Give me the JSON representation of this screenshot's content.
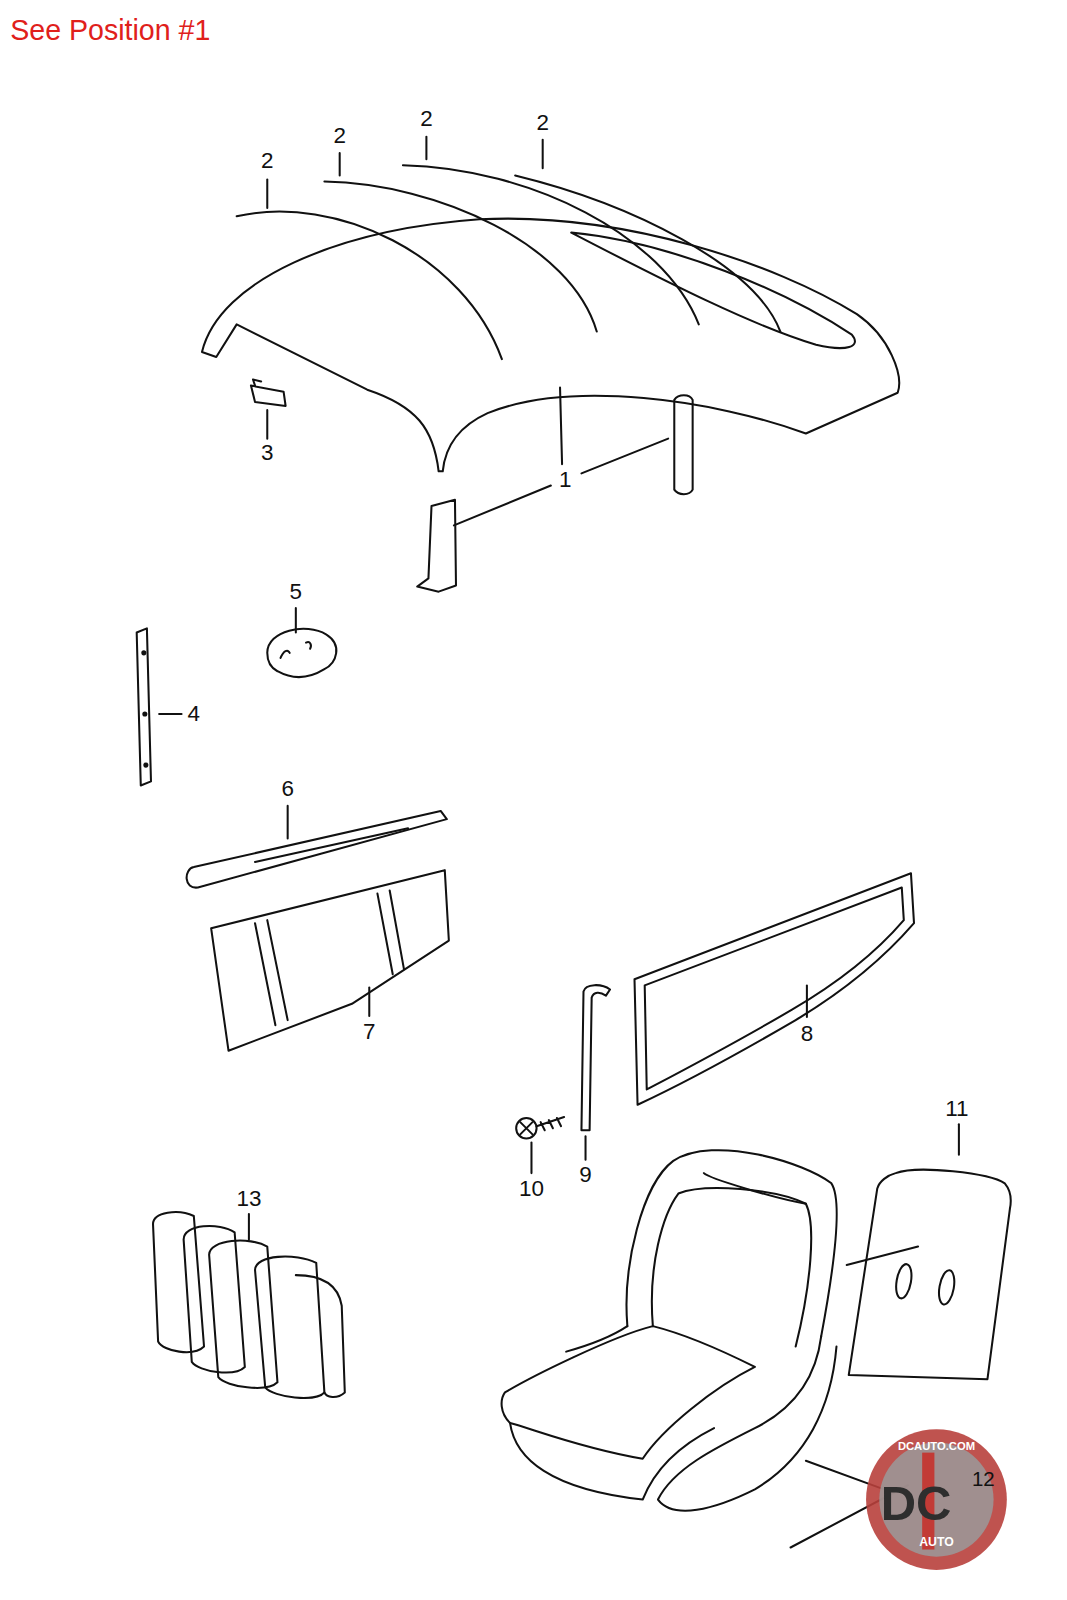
{
  "diagram": {
    "labels": [
      "See Position #1",
      "2",
      "2",
      "2",
      "2",
      "3",
      "1",
      "5",
      "4",
      "6",
      "7",
      "8",
      "11",
      "10",
      "9",
      "13",
      "12",
      "DCAUTO.COM",
      "DC",
      "AUTO"
    ]
  }
}
